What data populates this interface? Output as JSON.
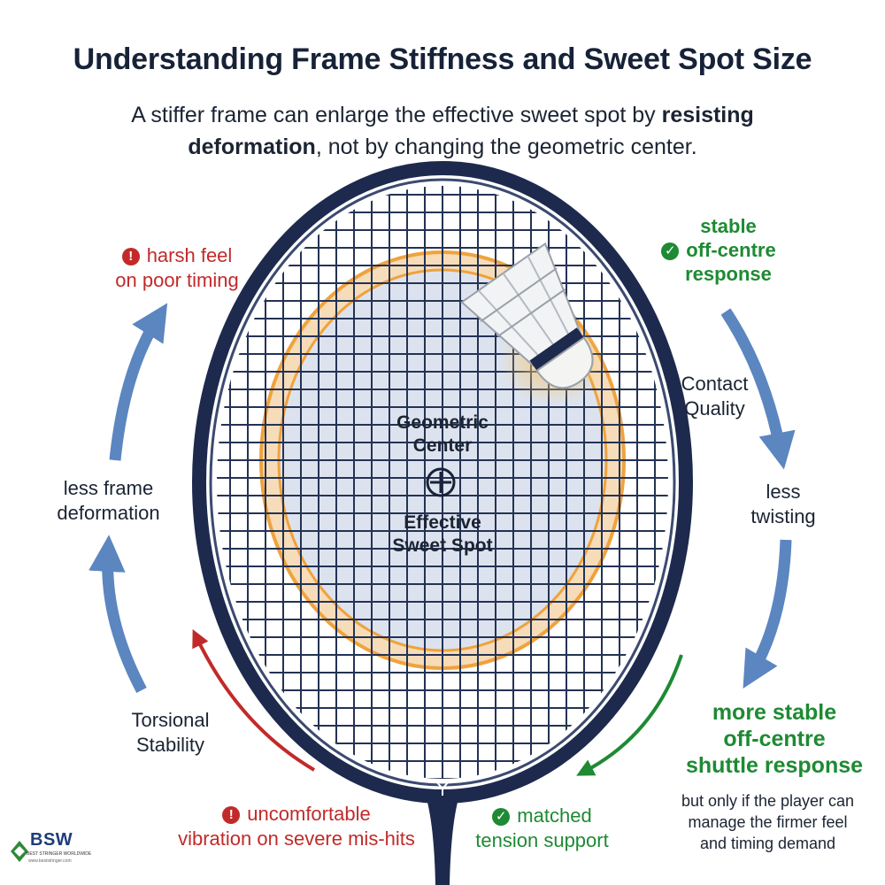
{
  "title": "Understanding Frame Stiffness and Sweet Spot Size",
  "subtitle": {
    "part1": "A stiffer frame can enlarge the effective sweet spot by ",
    "bold": "resisting deformation",
    "part2": ", not by changing the geometric center."
  },
  "center": {
    "top_line1": "Geometric",
    "top_line2": "Center",
    "bottom_line1": "Effective",
    "bottom_line2": "Sweet Spot"
  },
  "labels": {
    "harsh_feel_line1": "harsh feel",
    "harsh_feel_line2": "on poor timing",
    "stable_line1": "stable",
    "stable_line2": "off-centre",
    "stable_line3": "response",
    "contact_line1": "Contact",
    "contact_line2": "Quality",
    "less_twisting_line1": "less",
    "less_twisting_line2": "twisting",
    "less_frame_line1": "less frame",
    "less_frame_line2": "deformation",
    "torsional_line1": "Torsional",
    "torsional_line2": "Stability",
    "more_stable_line1": "more stable",
    "more_stable_line2": "off-centre",
    "more_stable_line3": "shuttle response",
    "manage_line1": "but only if the player can",
    "manage_line2": "manage the firmer feel",
    "manage_line3": "and timing demand",
    "uncomfortable_line1": "uncomfortable",
    "uncomfortable_line2": "vibration on severe mis-hits",
    "matched_line1": "matched",
    "matched_line2": "tension support"
  },
  "badges": {
    "warning": "!",
    "check": "✓"
  },
  "logo": {
    "text": "BSW",
    "tagline": "BEST STRINGER WORLDWIDE",
    "url": "www.beststringer.com"
  },
  "colors": {
    "frame": "#1d2a4d",
    "string": "#243254",
    "sweet_spot_ring": "#f0a23c",
    "sweet_spot_fill": "#dde3ee",
    "flow_arrow": "#5b86c0",
    "warning": "#c22a2a",
    "positive": "#1e8a33"
  }
}
